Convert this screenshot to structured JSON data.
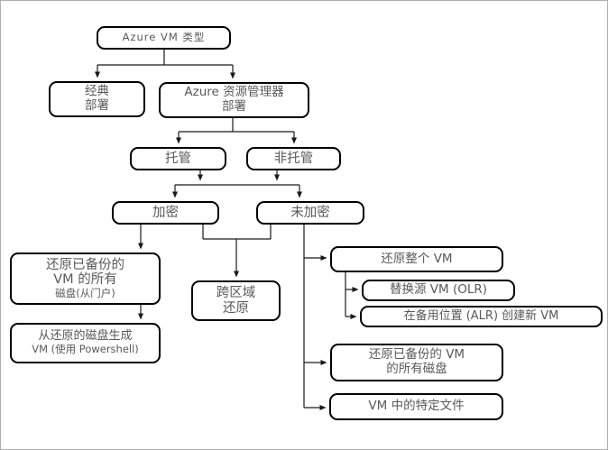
{
  "diagram": {
    "nodes": {
      "azure_vm_type": {
        "label": "Azure VM 类型"
      },
      "classic_deployment": {
        "label": "经典\n部署"
      },
      "arm_deployment": {
        "label": "Azure 资源管理器\n部署"
      },
      "managed": {
        "label": "托管"
      },
      "unmanaged": {
        "label": "非托管"
      },
      "encrypted": {
        "label": "加密"
      },
      "unencrypted": {
        "label": "未加密"
      },
      "restore_disks_portal": {
        "label": "还原已备份的\nVM 的所有",
        "sublabel": "磁盘(从门户)"
      },
      "create_vm_powershell": {
        "label": "从还原的磁盘生成",
        "sublabel": "VM (使用 Powershell)"
      },
      "cross_region_restore": {
        "label": "跨区域\n还原"
      },
      "restore_entire_vm": {
        "label": "还原整个 VM"
      },
      "replace_source_vm": {
        "label": "替换源 VM (OLR)"
      },
      "create_new_vm_alr": {
        "label": "在备用位置 (ALR) 创建新 VM"
      },
      "restore_all_disks": {
        "label": "还原已备份的 VM\n的所有磁盘"
      },
      "specific_files": {
        "label": "VM 中的特定文件"
      }
    },
    "edges": [
      {
        "from": "azure_vm_type",
        "to": "classic_deployment"
      },
      {
        "from": "azure_vm_type",
        "to": "arm_deployment"
      },
      {
        "from": "arm_deployment",
        "to": "managed"
      },
      {
        "from": "arm_deployment",
        "to": "unmanaged"
      },
      {
        "from": "managed",
        "to": "encrypted"
      },
      {
        "from": "managed",
        "to": "unencrypted"
      },
      {
        "from": "unmanaged",
        "to": "encrypted"
      },
      {
        "from": "unmanaged",
        "to": "unencrypted"
      },
      {
        "from": "encrypted",
        "to": "restore_disks_portal"
      },
      {
        "from": "restore_disks_portal",
        "to": "create_vm_powershell"
      },
      {
        "from": "encrypted",
        "to": "cross_region_restore"
      },
      {
        "from": "unencrypted",
        "to": "cross_region_restore"
      },
      {
        "from": "unencrypted",
        "to": "restore_entire_vm"
      },
      {
        "from": "restore_entire_vm",
        "to": "replace_source_vm"
      },
      {
        "from": "restore_entire_vm",
        "to": "create_new_vm_alr"
      },
      {
        "from": "unencrypted",
        "to": "restore_all_disks"
      },
      {
        "from": "unencrypted",
        "to": "specific_files"
      }
    ],
    "colors": {
      "background": "#ffffff",
      "canvas_border": "#b0b0b0",
      "box_border": "#000000",
      "text": "#595959",
      "line": "#1a1a1a"
    }
  }
}
